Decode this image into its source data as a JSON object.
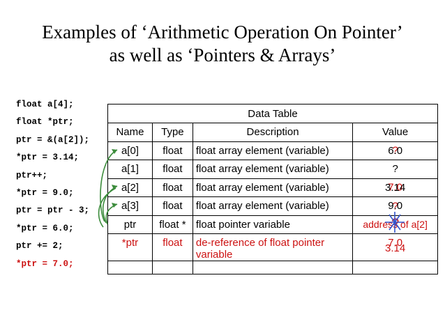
{
  "title": {
    "line1": "Examples of ‘Arithmetic Operation On Pointer’",
    "line2": "as well as ‘Pointers & Arrays’"
  },
  "code": [
    {
      "text": "float a[4];",
      "highlight": false
    },
    {
      "text": "float *ptr;",
      "highlight": false
    },
    {
      "text": "ptr = &(a[2]);",
      "highlight": false
    },
    {
      "text": "*ptr = 3.14;",
      "highlight": false
    },
    {
      "text": "ptr++;",
      "highlight": false
    },
    {
      "text": "*ptr = 9.0;",
      "highlight": false
    },
    {
      "text": "ptr = ptr - 3;",
      "highlight": false
    },
    {
      "text": "*ptr = 6.0;",
      "highlight": false
    },
    {
      "text": "ptr += 2;",
      "highlight": false
    },
    {
      "text": "*ptr = 7.0;",
      "highlight": true
    }
  ],
  "table": {
    "caption": "Data Table",
    "headers": [
      "Name",
      "Type",
      "Description",
      "Value"
    ],
    "rows": [
      {
        "name": "a[0]",
        "type": "float",
        "description": "float array element (variable)",
        "value": "6.0",
        "ghost": "?"
      },
      {
        "name": "a[1]",
        "type": "float",
        "description": "float array element (variable)",
        "value": "?",
        "ghost": ""
      },
      {
        "name": "a[2]",
        "type": "float",
        "description": "float array element (variable)",
        "value": "3.14",
        "ghost": "7.0"
      },
      {
        "name": "a[3]",
        "type": "float",
        "description": "float array element (variable)",
        "value": "9.0",
        "ghost": "?"
      },
      {
        "name": "ptr",
        "type": "float *",
        "description": "float pointer variable",
        "value": "address of a[2]",
        "ghost": "?"
      },
      {
        "name": "*ptr",
        "type": "float",
        "description": "de-reference of float pointer variable",
        "value": "7.0",
        "ghost": "3.14"
      }
    ]
  },
  "colors": {
    "accent_red": "#cc1111",
    "arrow_green": "#3c8c3c"
  }
}
